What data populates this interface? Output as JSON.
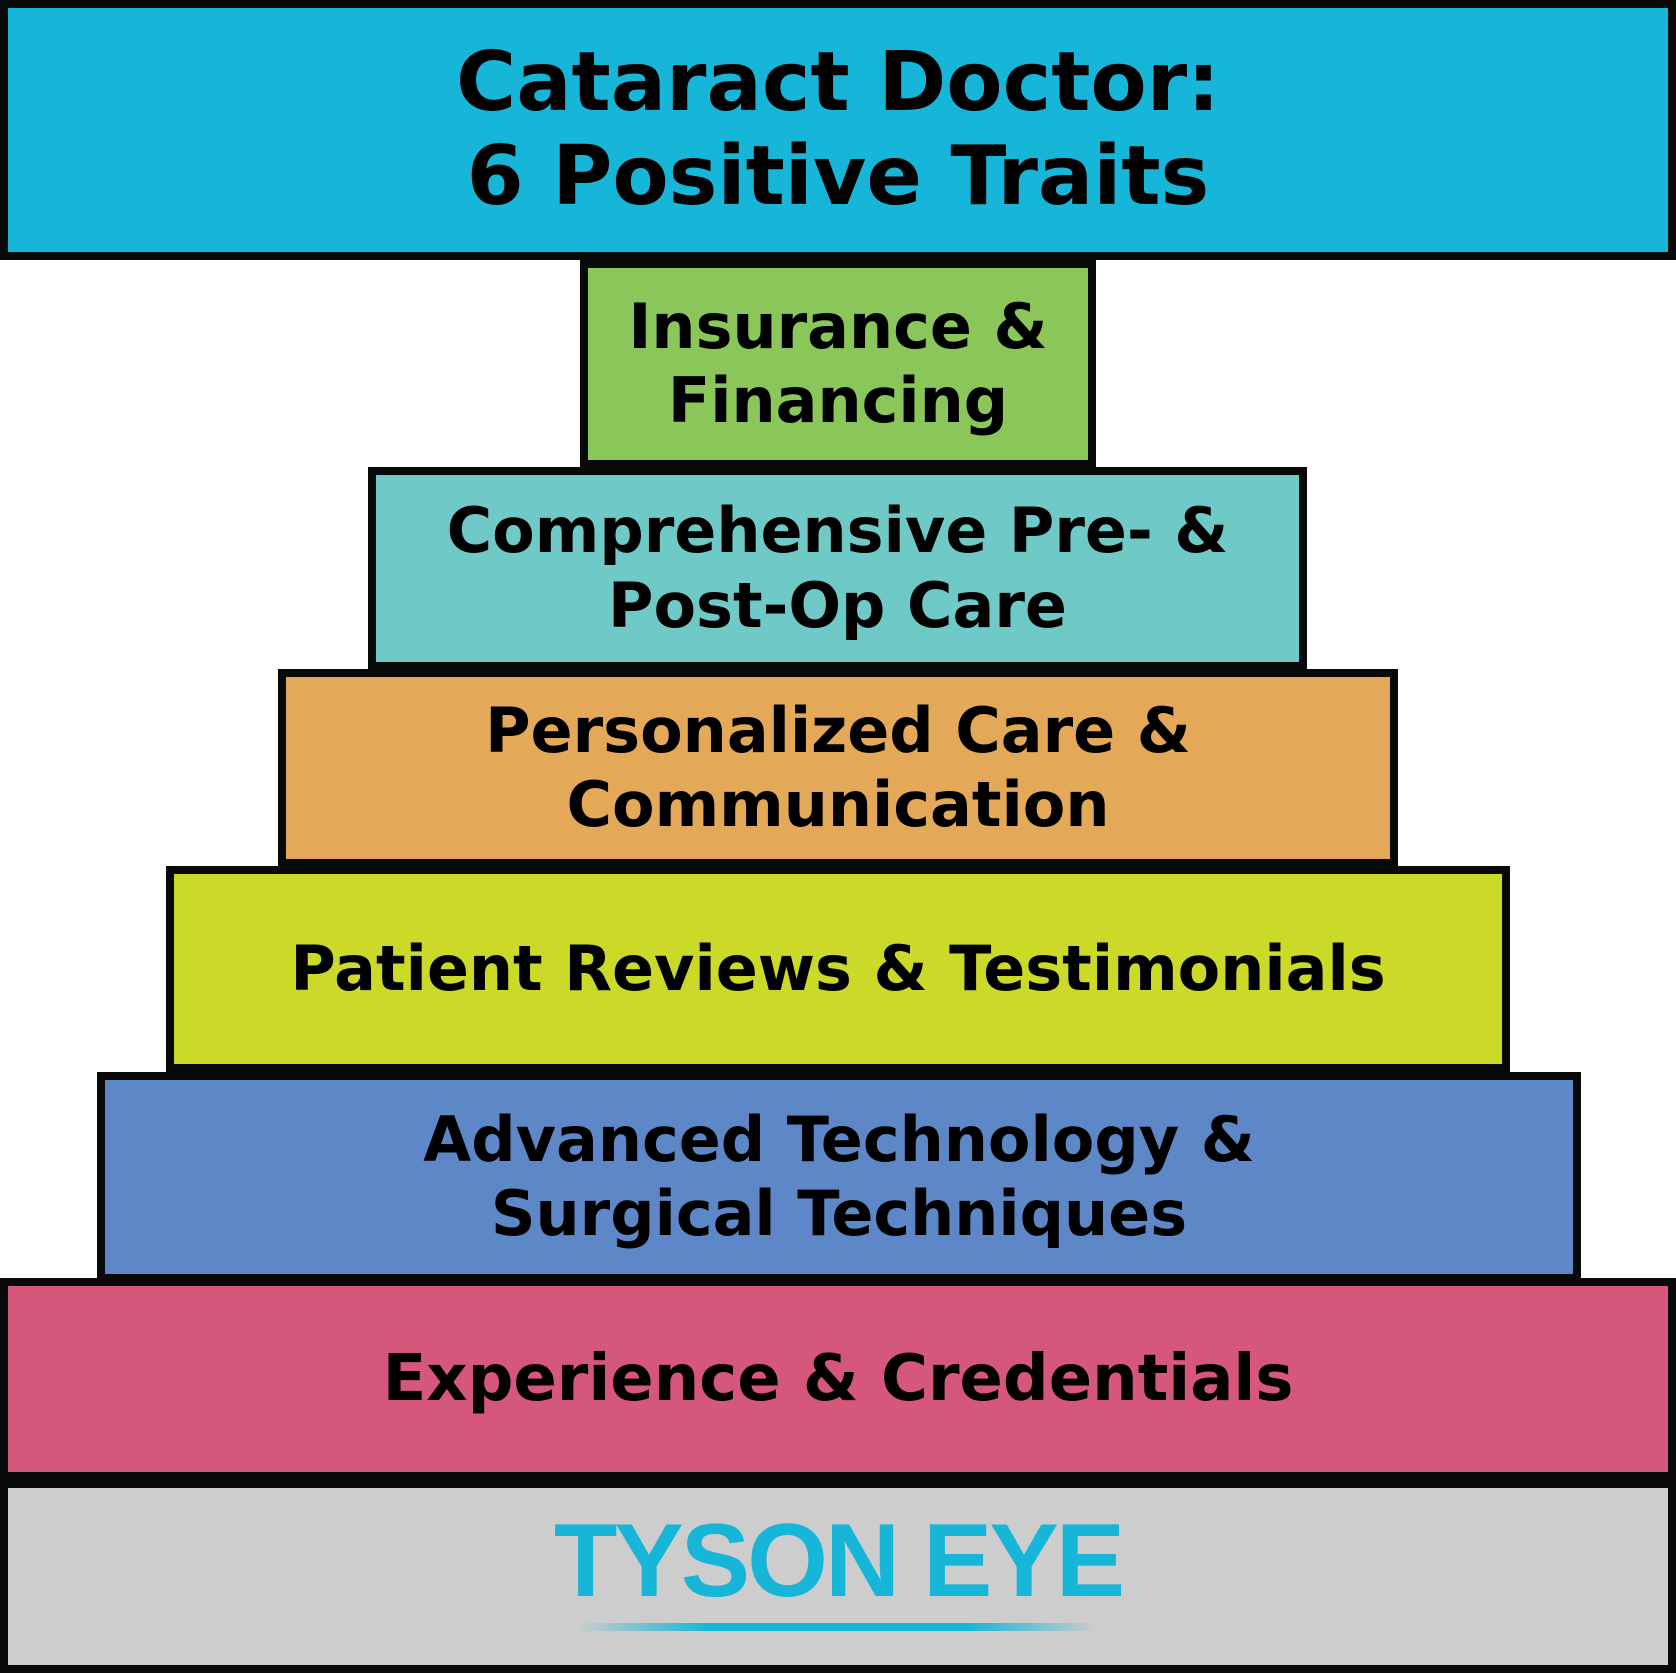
{
  "title": {
    "text": "Cataract Doctor:\n6 Positive Traits",
    "color": "#17b6d9"
  },
  "tiers": [
    {
      "rank": 6,
      "label": "Insurance &\nFinancing",
      "color": "#8bc65a"
    },
    {
      "rank": 5,
      "label": "Comprehensive Pre- &\nPost-Op Care",
      "color": "#6fc9c6"
    },
    {
      "rank": 4,
      "label": "Personalized Care &\nCommunication",
      "color": "#e3a858"
    },
    {
      "rank": 3,
      "label": "Patient Reviews & Testimonials",
      "color": "#ccd929"
    },
    {
      "rank": 2,
      "label": "Advanced Technology &\nSurgical Techniques",
      "color": "#5d87c6"
    },
    {
      "rank": 1,
      "label": "Experience & Credentials",
      "color": "#d5577b"
    }
  ],
  "brand": {
    "name": "TYSON EYE",
    "text_color": "#17b6d9",
    "background": "#cdcdcd"
  }
}
